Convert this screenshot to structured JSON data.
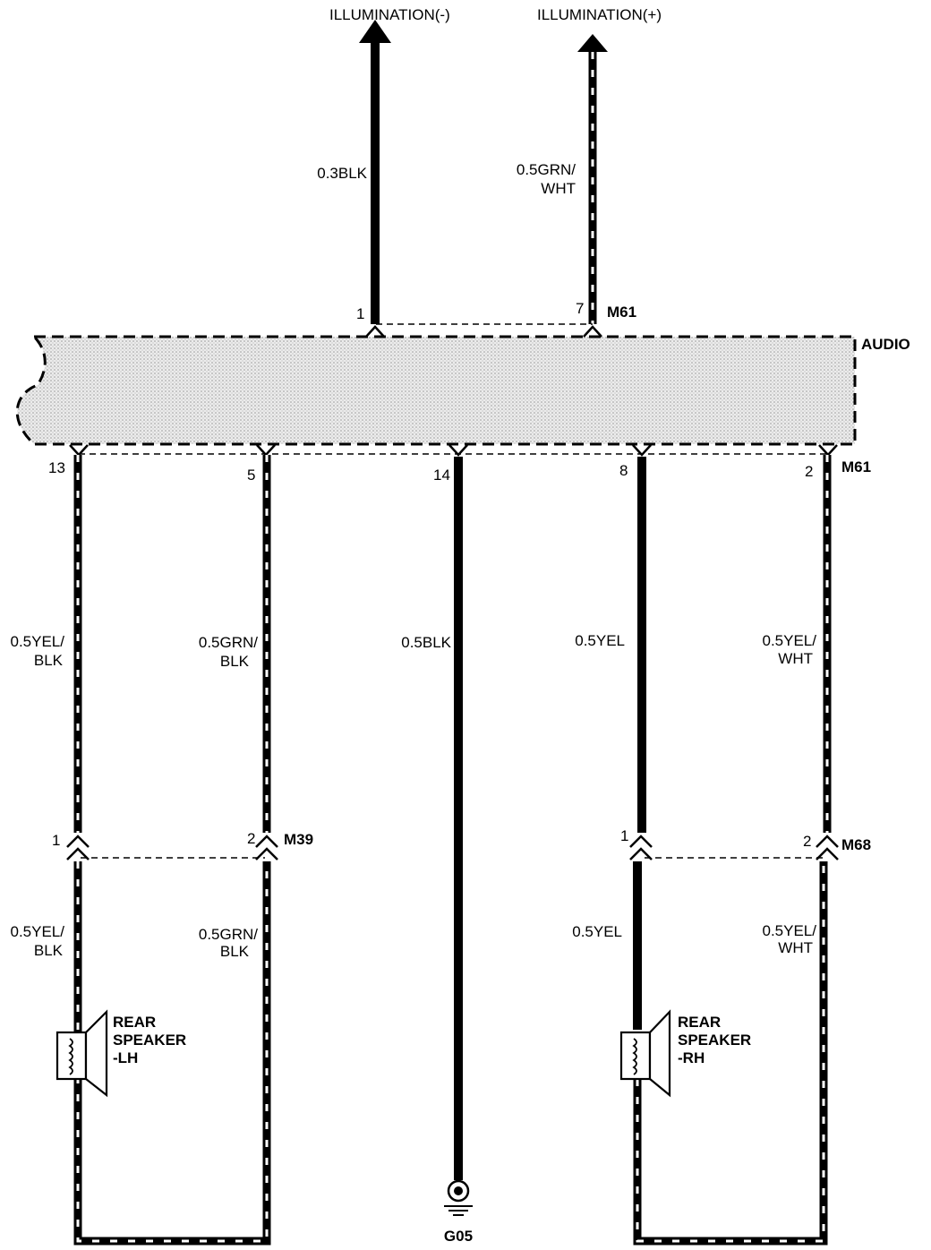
{
  "signals": {
    "illumination_neg": "ILLUMINATION(-)",
    "illumination_pos": "ILLUMINATION(+)"
  },
  "unit": {
    "name": "AUDIO"
  },
  "connectors": {
    "m61_top": "M61",
    "m61_bottom": "M61",
    "m39": "M39",
    "m68": "M68"
  },
  "pins": {
    "top_1": "1",
    "top_7": "7",
    "bot_13": "13",
    "bot_5": "5",
    "bot_14": "14",
    "bot_8": "8",
    "bot_2": "2",
    "m39_1": "1",
    "m39_2": "2",
    "m68_1": "1",
    "m68_2": "2"
  },
  "wires": {
    "w_illum_neg": [
      "0.3BLK"
    ],
    "w_illum_pos": [
      "0.5GRN/",
      "WHT"
    ],
    "w13_upper": [
      "0.5YEL/",
      "BLK"
    ],
    "w5_upper": [
      "0.5GRN/",
      "BLK"
    ],
    "w14": [
      "0.5BLK"
    ],
    "w8_upper": [
      "0.5YEL"
    ],
    "w2_upper": [
      "0.5YEL/",
      "WHT"
    ],
    "w13_lower": [
      "0.5YEL/",
      "BLK"
    ],
    "w5_lower": [
      "0.5GRN/",
      "BLK"
    ],
    "w8_lower": [
      "0.5YEL"
    ],
    "w2_lower": [
      "0.5YEL/",
      "WHT"
    ]
  },
  "speakers": {
    "left": [
      "REAR",
      "SPEAKER",
      "-LH"
    ],
    "right": [
      "REAR",
      "SPEAKER",
      "-RH"
    ]
  },
  "ground": {
    "name": "G05"
  },
  "colors": {
    "ink": "#000000",
    "module_fill": "#dcdcdc",
    "background": "#ffffff"
  }
}
